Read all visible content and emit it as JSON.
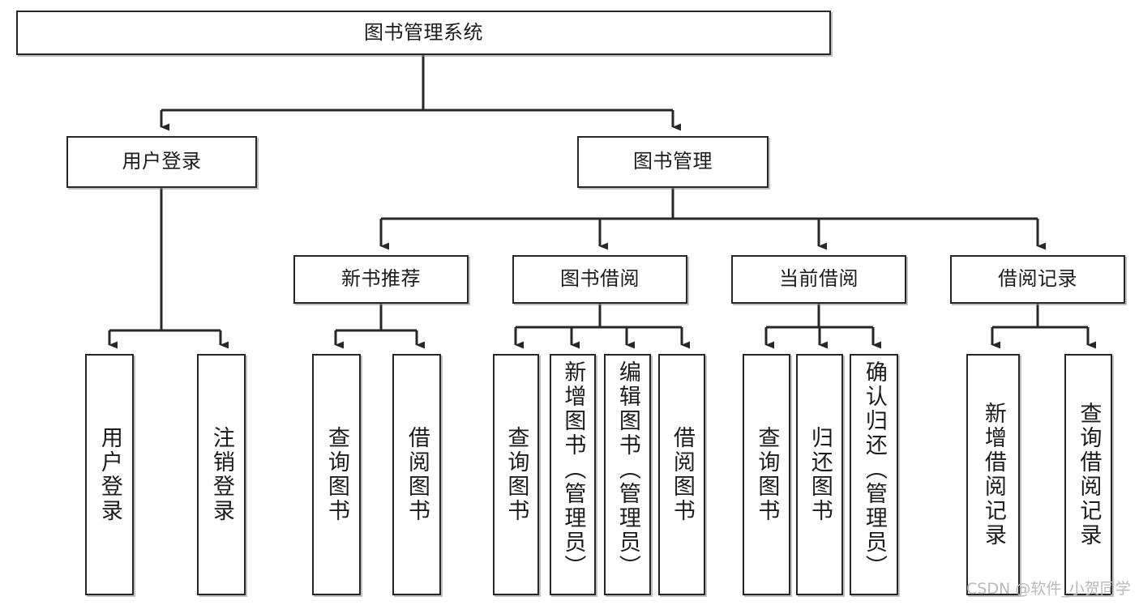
{
  "diagram": {
    "type": "tree",
    "title": "图书管理系统",
    "watermark": "CSDN @软件_小贺同学",
    "colors": {
      "node_border": "#272727",
      "node_fill": "#ffffff",
      "edge": "#272727",
      "text": "#1b1b1b",
      "watermark": "#b9b9b9"
    },
    "root": {
      "id": "root",
      "label": "图书管理系统",
      "orientation": "horizontal"
    },
    "level2": [
      {
        "id": "user-login",
        "label": "用户登录",
        "orientation": "horizontal"
      },
      {
        "id": "book-manage",
        "label": "图书管理",
        "orientation": "horizontal"
      }
    ],
    "level3": [
      {
        "id": "new-book-recommend",
        "label": "新书推荐",
        "orientation": "horizontal",
        "parent": "book-manage"
      },
      {
        "id": "book-borrow",
        "label": "图书借阅",
        "orientation": "horizontal",
        "parent": "book-manage"
      },
      {
        "id": "current-borrow",
        "label": "当前借阅",
        "orientation": "horizontal",
        "parent": "book-manage"
      },
      {
        "id": "borrow-record",
        "label": "借阅记录",
        "orientation": "horizontal",
        "parent": "book-manage"
      }
    ],
    "leaves": [
      {
        "id": "leaf-user-login",
        "label": "用户登录",
        "orientation": "vertical",
        "parent": "user-login"
      },
      {
        "id": "leaf-user-logout",
        "label": "注销登录",
        "orientation": "vertical",
        "parent": "user-login"
      },
      {
        "id": "leaf-recommend-query",
        "label": "查询图书",
        "orientation": "vertical",
        "parent": "new-book-recommend"
      },
      {
        "id": "leaf-recommend-borrow",
        "label": "借阅图书",
        "orientation": "vertical",
        "parent": "new-book-recommend"
      },
      {
        "id": "leaf-borrow-query",
        "label": "查询图书",
        "orientation": "vertical",
        "parent": "book-borrow"
      },
      {
        "id": "leaf-borrow-add",
        "label": "新增图书（管理员）",
        "orientation": "vertical",
        "parent": "book-borrow"
      },
      {
        "id": "leaf-borrow-edit",
        "label": "编辑图书（管理员）",
        "orientation": "vertical",
        "parent": "book-borrow"
      },
      {
        "id": "leaf-borrow-lend",
        "label": "借阅图书",
        "orientation": "vertical",
        "parent": "book-borrow"
      },
      {
        "id": "leaf-current-query",
        "label": "查询图书",
        "orientation": "vertical",
        "parent": "current-borrow"
      },
      {
        "id": "leaf-current-return",
        "label": "归还图书",
        "orientation": "vertical",
        "parent": "current-borrow"
      },
      {
        "id": "leaf-current-confirm",
        "label": "确认归还（管理员）",
        "orientation": "vertical",
        "parent": "current-borrow"
      },
      {
        "id": "leaf-record-add",
        "label": "新增借阅记录",
        "orientation": "vertical",
        "parent": "borrow-record"
      },
      {
        "id": "leaf-record-query",
        "label": "查询借阅记录",
        "orientation": "vertical",
        "parent": "borrow-record"
      }
    ]
  }
}
